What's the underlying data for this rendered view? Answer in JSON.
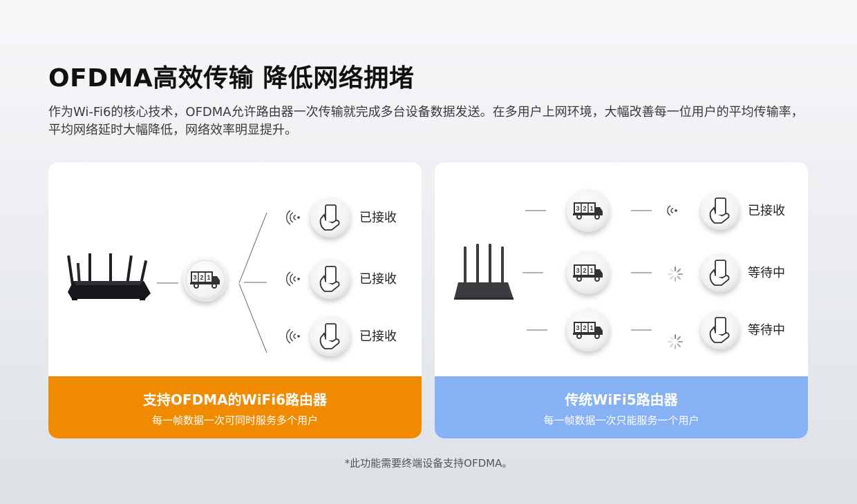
{
  "header": {
    "title": "OFDMA高效传输 降低网络拥堵",
    "description": "作为Wi-Fi6的核心技术，OFDMA允许路由器一次传输就完成多台设备数据发送。在多用户上网环境，大幅改善每一位用户的平均传输率，平均网络延时大幅降低，网络效率明显提升。"
  },
  "left_card": {
    "truck_label": "321",
    "devices": [
      {
        "status": "已接收"
      },
      {
        "status": "已接收"
      },
      {
        "status": "已接收"
      }
    ],
    "footer_title": "支持OFDMA的WiFi6路由器",
    "footer_subtitle": "每一帧数据一次可同时服务多个用户",
    "footer_color": "#f08a00"
  },
  "right_card": {
    "trucks": [
      {
        "label": "321"
      },
      {
        "label": "321"
      },
      {
        "label": "321"
      }
    ],
    "devices": [
      {
        "status": "已接收",
        "icon": "wifi-signal-icon"
      },
      {
        "status": "等待中",
        "icon": "loading-spinner-icon"
      },
      {
        "status": "等待中",
        "icon": "loading-spinner-icon"
      }
    ],
    "footer_title": "传统WiFi5路由器",
    "footer_subtitle": "每一帧数据一次只能服务一个用户",
    "footer_color": "#86b1f4"
  },
  "footnote": "*此功能需要终端设备支持OFDMA。"
}
